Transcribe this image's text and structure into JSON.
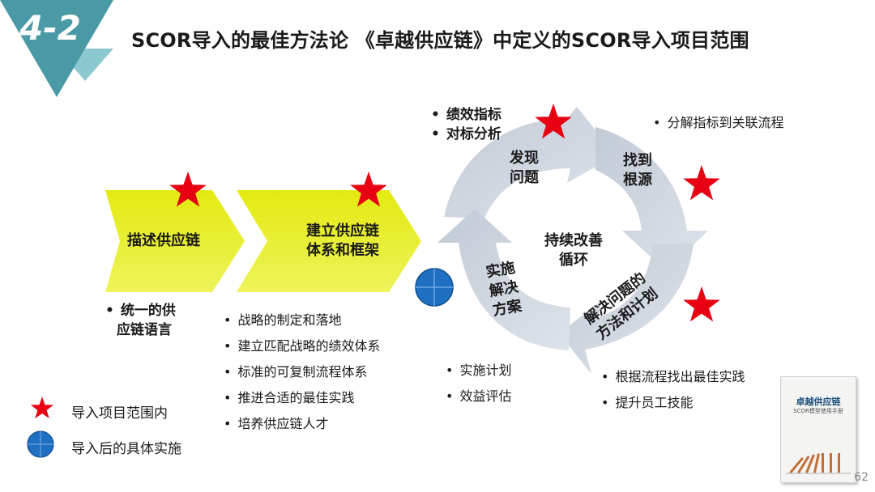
{
  "header": {
    "section_number": "4-2",
    "title": "SCOR导入的最佳方法论 《卓越供应链》中定义的SCOR导入项目范围"
  },
  "chevrons": [
    {
      "label": "描述供应链"
    },
    {
      "label_line1": "建立供应链",
      "label_line2": "体系和框架"
    }
  ],
  "cycle": {
    "center_line1": "持续改善",
    "center_line2": "循环",
    "segments": [
      {
        "line1": "发现",
        "line2": "问题"
      },
      {
        "line1": "找到",
        "line2": "根源"
      },
      {
        "line1": "解决问题的",
        "line2": "方法和计划"
      },
      {
        "line1": "实施",
        "line2": "解决",
        "line3": "方案"
      }
    ]
  },
  "bullets": {
    "describe_line1": "统一的供",
    "describe_line2": "应链语言",
    "framework": [
      "战略的制定和落地",
      "建立匹配战略的绩效体系",
      "标准的可复制流程体系",
      "推进合适的最佳实践",
      "培养供应链人才"
    ],
    "discover": [
      "绩效指标",
      "对标分析"
    ],
    "root_cause": [
      "分解指标到关联流程"
    ],
    "solution_plan": [
      "根据流程找出最佳实践",
      "提升员工技能"
    ],
    "implement": [
      "实施计划",
      "效益评估"
    ]
  },
  "legend": [
    {
      "icon": "red-star",
      "label": "导入项目范围内"
    },
    {
      "icon": "blue-circle",
      "label": "导入后的具体实施"
    }
  ],
  "book": {
    "title": "卓越供应链",
    "subtitle": "SCOR模型使用手册"
  },
  "page_number": "62",
  "colors": {
    "chevron": "#e8ef17",
    "cycle": "#ccd4df",
    "star": "#e60012",
    "circle": "#1f6fc2",
    "teal": "#4a9aa6"
  }
}
